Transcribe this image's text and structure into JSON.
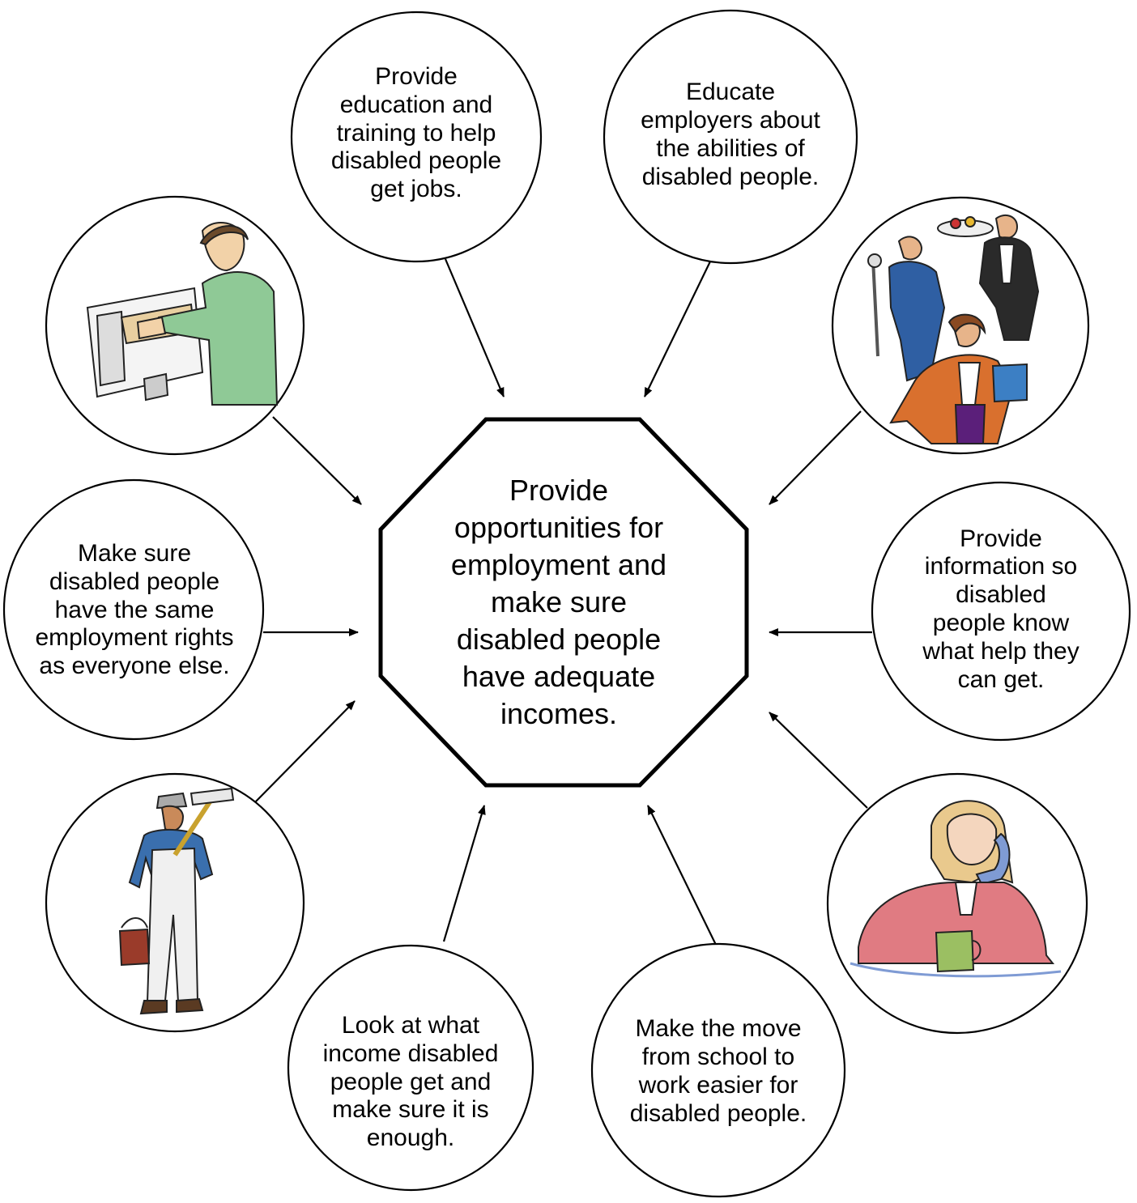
{
  "center": {
    "text": "Provide\nopportunities for\nemployment and\nmake sure\ndisabled people\nhave adequate\nincomes."
  },
  "bubbles": {
    "education": "Provide\neducation and\ntraining to help\ndisabled people\nget jobs.",
    "employers": "Educate\nemployers about\nthe abilities of\ndisabled people.",
    "rights": "Make sure\ndisabled people\nhave the same\nemployment rights\nas everyone else.",
    "information": "Provide\ninformation so\ndisabled\npeople know\nwhat help they\ncan get.",
    "income": "Look at what\nincome disabled\npeople get and\nmake sure it is\nenough.",
    "school_to_work": "Make the move\nfrom school to\nwork easier for\ndisabled people."
  },
  "images": {
    "filing": "person-filing-cabinet-illustration",
    "workers": "group-of-workers-illustration",
    "painter": "painter-with-roller-illustration",
    "phone": "woman-on-phone-illustration"
  }
}
